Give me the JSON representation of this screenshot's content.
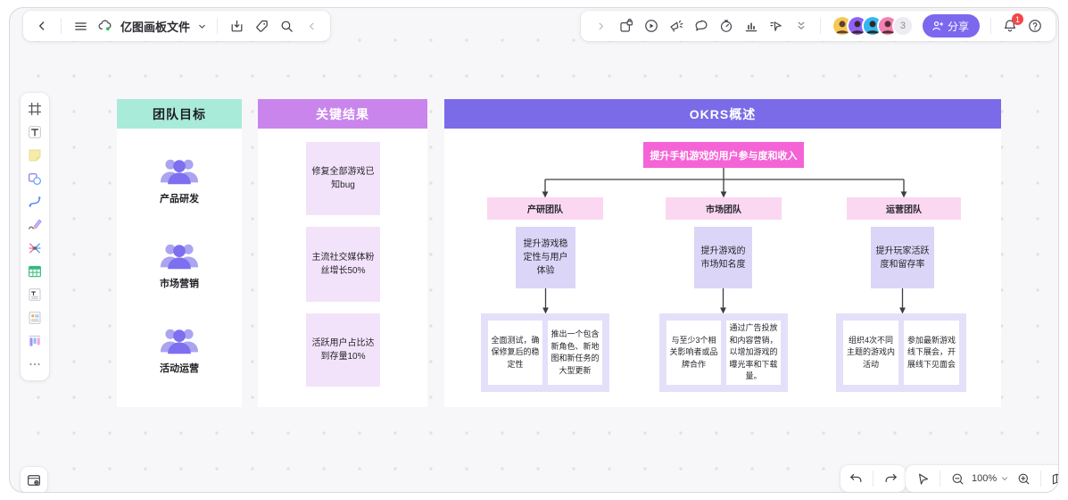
{
  "header": {
    "doc_title": "亿图画板文件",
    "share_label": "分享",
    "collaborator_count": "3",
    "notification_badge": "1",
    "left_icons": [
      "back-icon",
      "menu-icon",
      "cloud-sync-icon",
      "chevron-down-icon",
      "import-icon",
      "tag-icon",
      "search-icon",
      "collapse-left-icon"
    ],
    "right_icons": [
      "expand-right-icon",
      "lock-board-icon",
      "play-icon",
      "laser-pointer-icon",
      "comment-icon",
      "timer-icon",
      "chart-icon",
      "follow-cursor-icon",
      "double-chevron-down-icon",
      "bell-icon",
      "help-icon"
    ]
  },
  "side_toolbar": {
    "tools": [
      "frame-tool",
      "text-tool",
      "sticky-note-tool",
      "shape-tool",
      "connector-tool",
      "pen-tool",
      "mindmap-tool",
      "table-tool",
      "document-tool",
      "card-tool",
      "kanban-tool",
      "more-tools"
    ]
  },
  "footer": {
    "zoom_level": "100%",
    "icons": [
      "undo-icon",
      "redo-icon",
      "pointer-icon",
      "zoom-out-icon",
      "zoom-in-icon",
      "minimap-icon",
      "present-icon"
    ]
  },
  "colors": {
    "accent": "#7B68EE",
    "goal_header": "#A9EBD9",
    "key_result_header": "#C985EC",
    "okrs_header": "#7B6BE8",
    "root_node": "#F464D6",
    "team_node": "#FBD7F1",
    "objective_node": "#DBD6F7",
    "group_container": "#E4E0FA",
    "badge_red": "#F24646"
  },
  "board": {
    "goals": {
      "header": "团队目标",
      "items": [
        {
          "label": "产品研发"
        },
        {
          "label": "市场营销"
        },
        {
          "label": "活动运营"
        }
      ]
    },
    "key_results": {
      "header": "关键结果",
      "items": [
        {
          "text": "修复全部游戏已知bug"
        },
        {
          "text": "主流社交媒体粉丝增长50%"
        },
        {
          "text": "活跃用户占比达到存量10%"
        }
      ]
    },
    "okrs": {
      "header": "OKRS概述",
      "root_objective": "提升手机游戏的用户参与度和收入",
      "branches": [
        {
          "team": "产研团队",
          "objective": "提升游戏稳定性与用户体验",
          "key_results": [
            "全面测试，确保修复后的稳定性",
            "推出一个包含新角色、新地图和新任务的大型更新"
          ]
        },
        {
          "team": "市场团队",
          "objective": "提升游戏的市场知名度",
          "key_results": [
            "与至少3个相关影响者或品牌合作",
            "通过广告投放和内容营销，以增加游戏的曝光率和下载量。"
          ]
        },
        {
          "team": "运营团队",
          "objective": "提升玩家活跃度和留存率",
          "key_results": [
            "组织4次不同主题的游戏内活动",
            "参加最新游戏线下展会，开展线下见面会"
          ]
        }
      ]
    }
  }
}
